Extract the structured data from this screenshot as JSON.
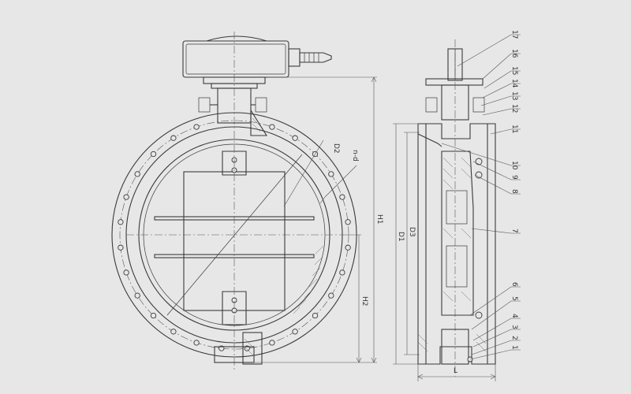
{
  "front_view": {
    "labels": {
      "d2": "D2",
      "nd": "n-d",
      "h1": "H1",
      "h2": "H2"
    }
  },
  "side_view": {
    "labels": {
      "d3": "D3",
      "d1": "D1",
      "l": "L"
    },
    "part_numbers": [
      "17",
      "16",
      "15",
      "14",
      "13",
      "12",
      "11",
      "10",
      "9",
      "8",
      "7",
      "6",
      "5",
      "4",
      "3",
      "2",
      "1"
    ]
  },
  "colors": {
    "background": "#e7e7e7",
    "line": "#3a3a3a"
  }
}
